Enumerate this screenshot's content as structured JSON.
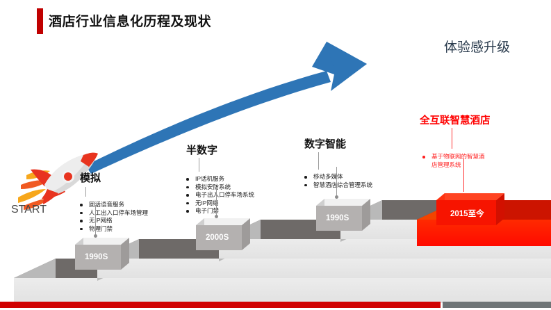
{
  "slide": {
    "title": "酒店行业信息化历程及现状",
    "upgrade_caption": "体验感升级",
    "start_label": "START"
  },
  "colors": {
    "accent_red": "#C00000",
    "bright_red": "#FF0000",
    "arrow_blue": "#2E75B6",
    "step_top_gray": "#6E6A68",
    "step_front_gray": "#E8E8E8",
    "title_text": "#111111",
    "caption_navy": "#2A3B4D"
  },
  "icons": {
    "rocket": "rocket-icon",
    "arrow": "curved-growth-arrow-icon"
  },
  "stages": [
    {
      "id": "analog",
      "title": "模拟",
      "bullets": [
        "固话语音服务",
        "人工出入口停车场管理",
        "无IP网络",
        "物理门禁"
      ]
    },
    {
      "id": "semi-digital",
      "title": "半数字",
      "bullets": [
        "IP话机服务",
        "模拟安防系统",
        "电子出入口停车场系统",
        "无IP网络",
        "电子门禁"
      ]
    },
    {
      "id": "digital-intelligent",
      "title": "数字智能",
      "bullets": [
        "移动多媒体",
        "智慧酒店综合管理系统"
      ]
    },
    {
      "id": "fully-connected",
      "title": "全互联智慧酒店",
      "bullets": [
        "基于物联网的智慧酒店管理系统"
      ]
    }
  ],
  "steps": [
    {
      "id": "step-1",
      "label": "1990S",
      "variant": "gray"
    },
    {
      "id": "step-2",
      "label": "2000S",
      "variant": "gray"
    },
    {
      "id": "step-3",
      "label": "1990S",
      "variant": "gray"
    },
    {
      "id": "step-4",
      "label": "2015至今",
      "variant": "red"
    }
  ]
}
